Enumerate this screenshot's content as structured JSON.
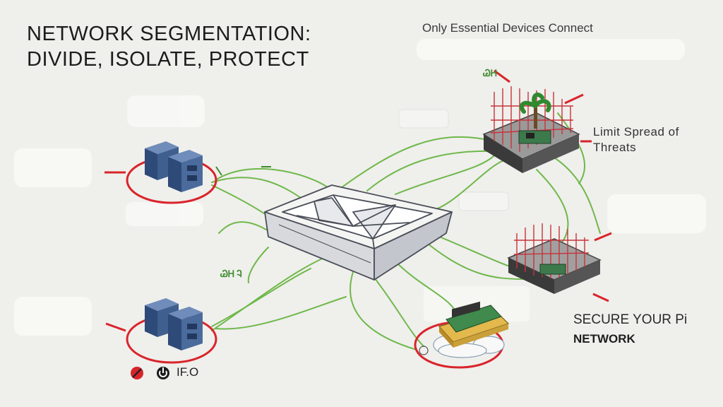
{
  "diagram": {
    "title_line1": "NETWORK SEGMENTATION:",
    "title_line2": "DIVIDE, ISOLATE, PROTECT",
    "label_top": "Only Essential Devices Connect",
    "label_right_line1": "Limit Spread of",
    "label_right_line2": "Threats",
    "label_secure_line1": "SECURE YOUR Pi",
    "label_secure_line2": "NETWORK",
    "label_bottom": "IF.O",
    "scribble_left": "ᏊᎻ Ꮈ",
    "scribble_top": "ᏊᎻ"
  },
  "colors": {
    "link": "#6fb84a",
    "ring": "#d9242a",
    "server": "#3f5f8f",
    "fence": "#c8333a",
    "hub": "#f4f4f2",
    "board": "#3c7a4c"
  },
  "icons": [
    "server-icon",
    "hub-icon",
    "fenced-segment-icon",
    "raspberry-pi-icon",
    "cloud-icon",
    "palm-tree-icon",
    "no-entry-icon",
    "power-icon"
  ]
}
